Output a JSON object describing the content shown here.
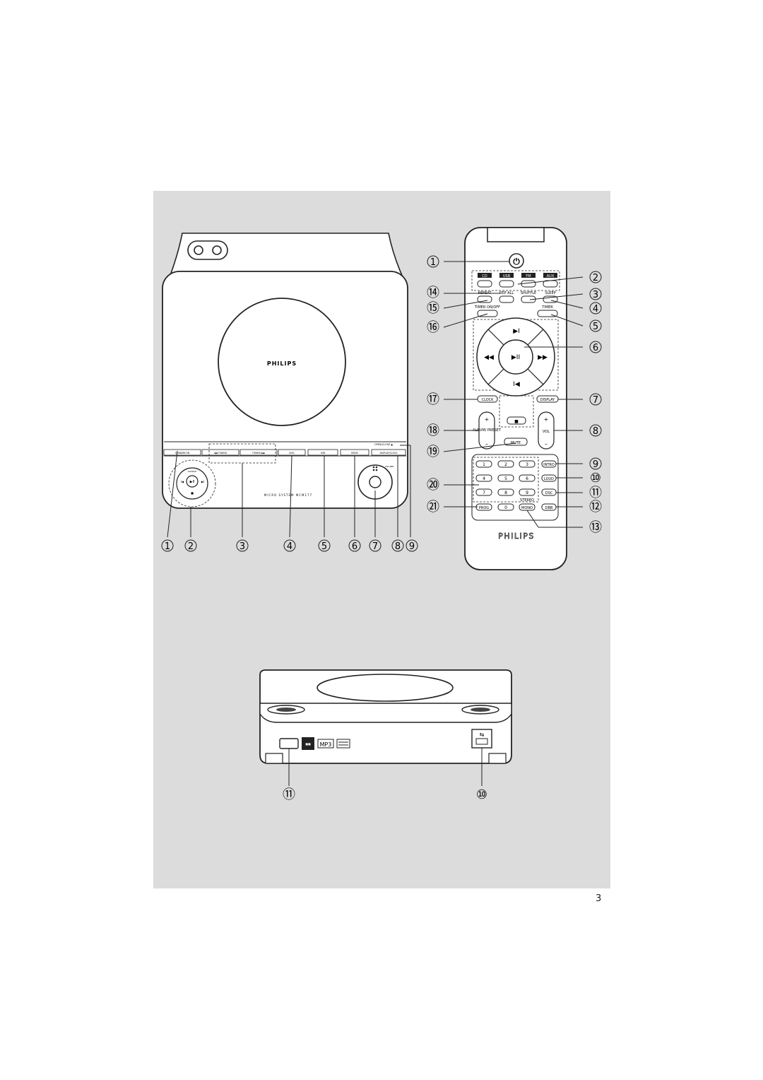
{
  "page": {
    "number": "3"
  },
  "main_unit": {
    "brand": "PHILIPS",
    "open_close_label": "OPEN/CLOSE ▲",
    "buttons": [
      "STANDBY-ON",
      "◀◀ TUNING",
      "TUNING ▶▶",
      "DISC",
      "USB",
      "MODE",
      "DISPLAY/CLOCK"
    ],
    "source_label": "SOURCE",
    "volume_label": "VOLUME",
    "model_text": "MICRO SYSTEM MCM177",
    "callouts": [
      "1",
      "2",
      "3",
      "4",
      "5",
      "6",
      "7",
      "8",
      "9"
    ]
  },
  "remote": {
    "brand": "PHILIPS",
    "source_keys": [
      "CD",
      "USB",
      "FM",
      "AUX"
    ],
    "row2_labels": [
      "REPEAT",
      "REP ALL",
      "SHUFFLE",
      "SLEEP"
    ],
    "timer_onoff_label": "TIMER ON/OFF",
    "timer_label": "TIMER",
    "clock_label": "CLOCK",
    "display_label": "DISPLAY",
    "album_preset_label": "ALBUM/ PRESET",
    "vol_label": "VOL",
    "mute_label": "MUTE",
    "digits": [
      "1",
      "2",
      "3",
      "4",
      "5",
      "6",
      "7",
      "8",
      "9",
      "0"
    ],
    "side_keys": [
      "INTRO",
      "LOUD",
      "DSC",
      "DBB"
    ],
    "prog_label": "PROG",
    "stereo_label": "STEREO",
    "mono_label": "MONO",
    "callouts_right": [
      "2",
      "3",
      "4",
      "5",
      "6",
      "7",
      "8",
      "9",
      "⑩",
      "⑪",
      "⑫",
      "⑬"
    ],
    "callouts_left": [
      "1",
      "⑭",
      "⑮",
      "⑯",
      "⑰",
      "⑱",
      "⑲",
      "⑳",
      "㉑"
    ]
  },
  "rear_view": {
    "logos": [
      "MP3"
    ],
    "callouts": [
      "⑪",
      "⑩"
    ]
  }
}
